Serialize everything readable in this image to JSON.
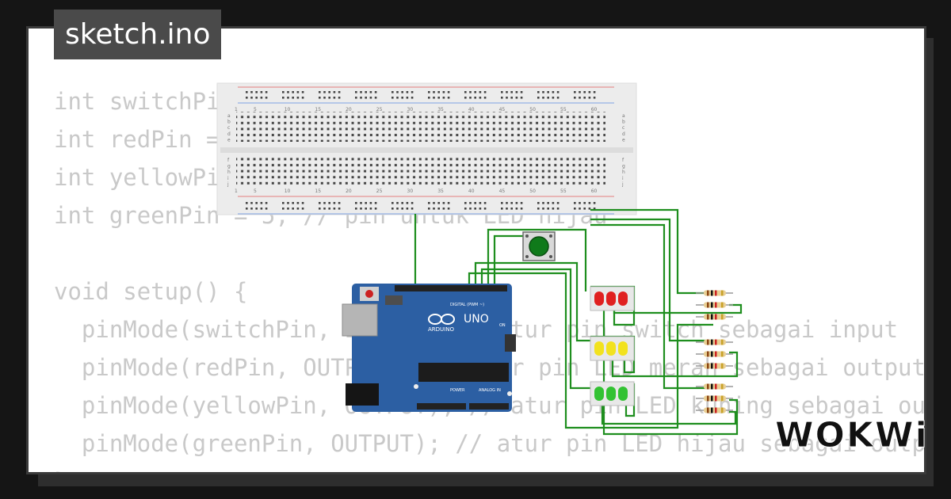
{
  "title": "sketch.ino",
  "code_lines": [
    "int switchPin = 2; // pin untuk switch",
    "int redPin = 4; // pin untuk LED merah",
    "int yellowPin = 3; // pin untuk LED kuning",
    "int greenPin = 5; // pin untuk LED hijau",
    "",
    "void setup() {",
    "  pinMode(switchPin, INPUT); // atur pin switch sebagai input",
    "  pinMode(redPin, OUTPUT); // atur pin LED merah sebagai output",
    "  pinMode(yellowPin, OUTPUT); // atur pin LED kuning sebagai output",
    "  pinMode(greenPin, OUTPUT); // atur pin LED hijau sebagai output",
    "}"
  ],
  "logo": "WOKWi",
  "breadboard": {
    "column_numbers": [
      "1",
      "5",
      "10",
      "15",
      "20",
      "25",
      "30",
      "35",
      "40",
      "45",
      "50",
      "55",
      "60"
    ],
    "row_letters_top": [
      "a",
      "b",
      "c",
      "d",
      "e"
    ],
    "row_letters_bottom": [
      "f",
      "g",
      "h",
      "i",
      "j"
    ]
  },
  "arduino": {
    "model_label": "UNO",
    "brand_label": "ARDUINO",
    "digital_label": "DIGITAL (PWM ~)",
    "analog_label": "ANALOG IN",
    "power_label": "POWER",
    "on_label": "ON"
  },
  "colors": {
    "wire": "#1e8e1e",
    "board": "#2c5fa3",
    "breadboard": "#ececec"
  }
}
